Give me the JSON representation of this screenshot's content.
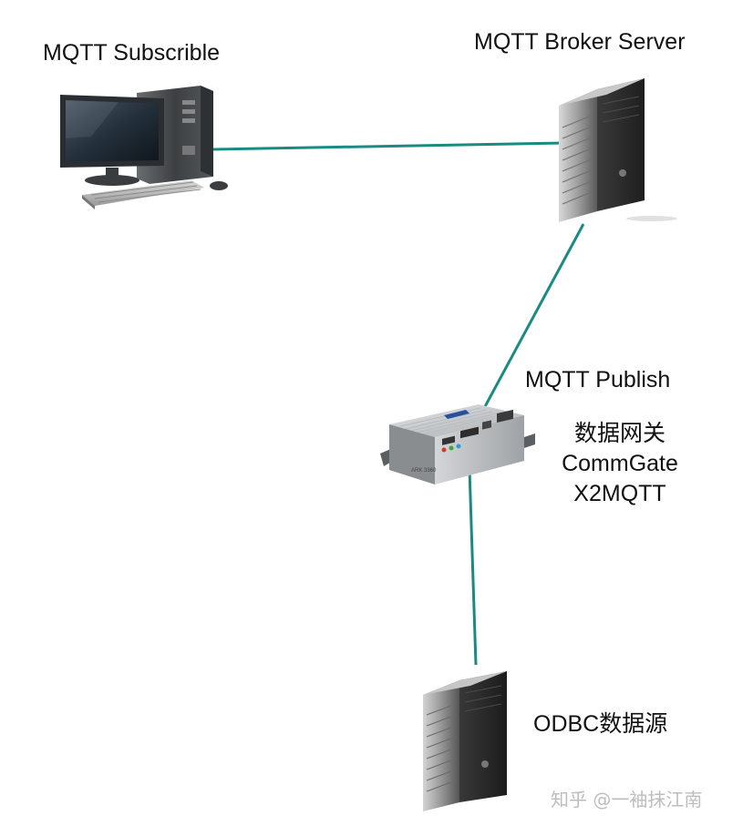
{
  "nodes": {
    "subscriber": {
      "label": "MQTT Subscrible"
    },
    "broker": {
      "label": "MQTT Broker Server"
    },
    "publisher": {
      "label": "MQTT Publish",
      "desc_lines": [
        "数据网关",
        "CommGate",
        "X2MQTT"
      ],
      "device_badge": "ARK 3360"
    },
    "source": {
      "label": "ODBC数据源"
    }
  },
  "watermark": "知乎 @一袖抹江南",
  "colors": {
    "link": "#1a8a82",
    "text": "#111111",
    "watermark": "#bdbdbd"
  },
  "icons": {
    "subscriber": "desktop-computer-icon",
    "broker": "tower-server-icon",
    "publisher": "gateway-box-icon",
    "source": "tower-server-icon"
  }
}
